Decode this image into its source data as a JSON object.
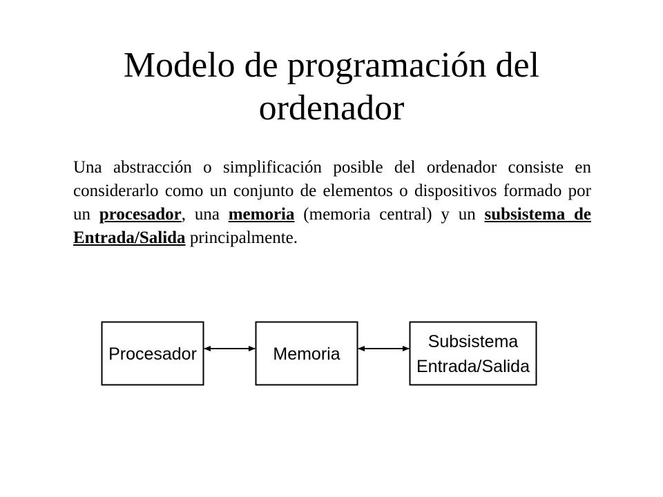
{
  "title": {
    "line1": "Modelo de programación del",
    "line2": "ordenador"
  },
  "paragraph": {
    "part1": "Una abstracción o simplificación posible del ordenador consiste en considerarlo como un conjunto de elementos o dispositivos formado por un ",
    "kw1": "procesador",
    "part2": ", una ",
    "kw2": "memoria",
    "part3": " (memoria central) y un ",
    "kw3": "subsistema de Entrada/Salida",
    "part4": " principalmente."
  },
  "diagram": {
    "box_processor": "Procesador",
    "box_memory": "Memoria",
    "box_io_line1": "Subsistema",
    "box_io_line2": "Entrada/Salida"
  }
}
